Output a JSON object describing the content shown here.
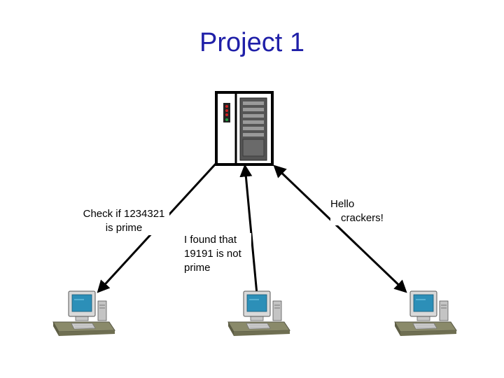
{
  "title": "Project 1",
  "notes": {
    "left": "Check if 1234321 is prime",
    "middle": "I found that 19191 is not prime",
    "right_line1": "Hello",
    "right_line2": "crackers!"
  },
  "colors": {
    "title": "#1f1fa8",
    "arrow": "#000000",
    "screen": "#2c8fb8",
    "server_panel": "#555555",
    "led_red": "#d02020",
    "led_green": "#20a040"
  },
  "icons": {
    "server": "server-icon",
    "workstation": "computer-workstation-icon"
  }
}
